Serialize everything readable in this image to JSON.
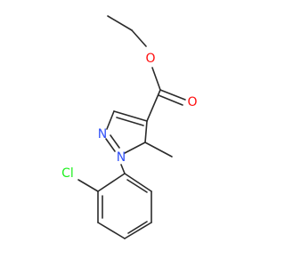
{
  "molecule": {
    "atoms": [
      {
        "id": "O_ether",
        "label": "O",
        "color": "#ff0d0d"
      },
      {
        "id": "O_carbonyl",
        "label": "O",
        "color": "#ff0d0d"
      },
      {
        "id": "N2",
        "label": "N",
        "color": "#3050f8"
      },
      {
        "id": "N1",
        "label": "N",
        "color": "#3050f8"
      },
      {
        "id": "Cl",
        "label": "Cl",
        "color": "#1ff01f"
      }
    ],
    "bond_color": "#2b2b2b"
  }
}
